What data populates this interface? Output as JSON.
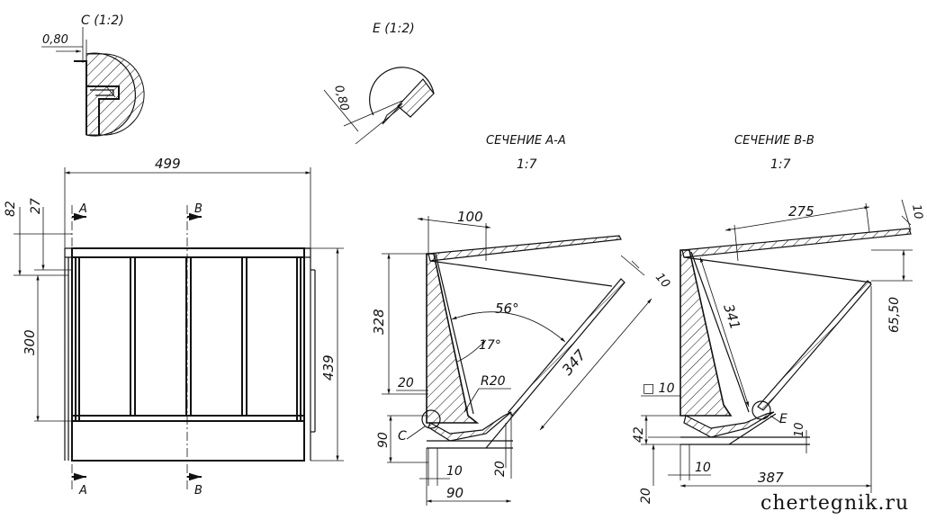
{
  "details": {
    "c": {
      "title": "C (1:2)",
      "dim": "0,80"
    },
    "e": {
      "title": "E (1:2)",
      "dim": "0,80"
    }
  },
  "sections": {
    "aa": {
      "title": "СЕЧЕНИЕ А-А",
      "scale": "1:7"
    },
    "bb": {
      "title": "СЕЧЕНИЕ В-В",
      "scale": "1:7"
    }
  },
  "front_view": {
    "cut_a": "А",
    "cut_b": "В",
    "dims": {
      "width": "499",
      "top1": "82",
      "top2": "27",
      "inner_h": "300",
      "height": "439"
    }
  },
  "section_aa_dims": {
    "top": "100",
    "slope": "10",
    "angle_big": "56°",
    "angle_small": "17°",
    "height": "328",
    "diag": "347",
    "left_20": "20",
    "radius": "R20",
    "bottom_90": "90",
    "detail_c": "C",
    "bottom_10": "10",
    "bottom_20": "20",
    "base_90": "90"
  },
  "section_bb_dims": {
    "top": "275",
    "t10": "10",
    "inner": "341",
    "right": "65,50",
    "sq": "□ 10",
    "d42": "42",
    "detail_e": "E",
    "r10": "10",
    "b10": "10",
    "b20": "20",
    "base": "387"
  },
  "watermark": "chertegnik.ru"
}
